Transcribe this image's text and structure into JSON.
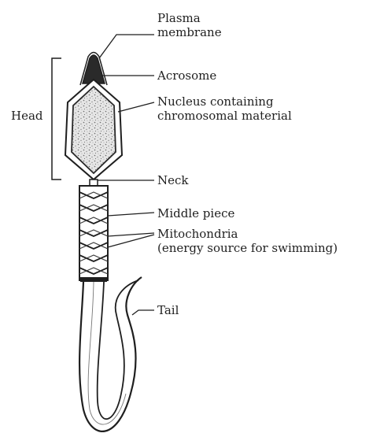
{
  "labels": {
    "plasma_membrane": [
      "Plasma",
      "membrane"
    ],
    "acrosome": "Acrosome",
    "nucleus": [
      "Nucleus containing",
      "chromosomal material"
    ],
    "head": "Head",
    "neck": "Neck",
    "middle_piece": "Middle piece",
    "mitochondria": [
      "Mitochondria",
      "(energy source for swimming)"
    ],
    "tail": "Tail"
  },
  "colors": {
    "ink": "#1f1f1f",
    "background": "#ffffff",
    "nucleus_fill": "#d9d9d9"
  }
}
